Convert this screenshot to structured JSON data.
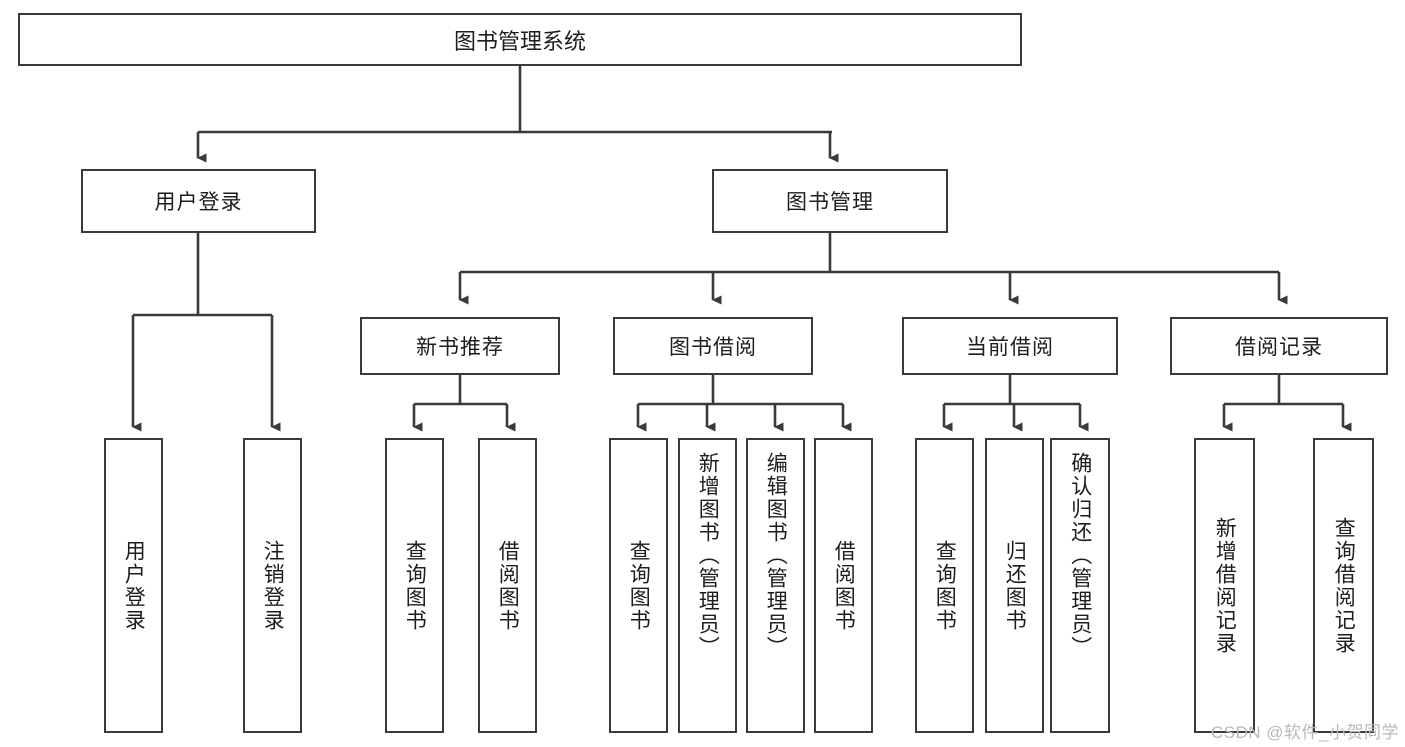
{
  "diagram": {
    "title": "图书管理系统",
    "type": "tree-hierarchy",
    "root": {
      "label": "图书管理系统"
    },
    "level1": [
      {
        "label": "用户登录"
      },
      {
        "label": "图书管理"
      }
    ],
    "level2": [
      {
        "label": "新书推荐"
      },
      {
        "label": "图书借阅"
      },
      {
        "label": "当前借阅"
      },
      {
        "label": "借阅记录"
      }
    ],
    "leaves": {
      "user_login": [
        {
          "label": "用户登录"
        },
        {
          "label": "注销登录"
        }
      ],
      "new_book_recommend": [
        {
          "label": "查询图书"
        },
        {
          "label": "借阅图书"
        }
      ],
      "book_borrow": [
        {
          "label": "查询图书"
        },
        {
          "label": "新增图书（管理员）"
        },
        {
          "label": "编辑图书（管理员）"
        },
        {
          "label": "借阅图书"
        }
      ],
      "current_borrow": [
        {
          "label": "查询图书"
        },
        {
          "label": "归还图书"
        },
        {
          "label": "确认归还（管理员）"
        }
      ],
      "borrow_record": [
        {
          "label": "新增借阅记录"
        },
        {
          "label": "查询借阅记录"
        }
      ]
    }
  },
  "watermark": {
    "text": "CSDN @软件_小贺同学"
  },
  "colors": {
    "stroke": "#3a3a3a",
    "text": "#1d1d1d",
    "background": "#ffffff",
    "watermark": "#b9b9b9"
  }
}
